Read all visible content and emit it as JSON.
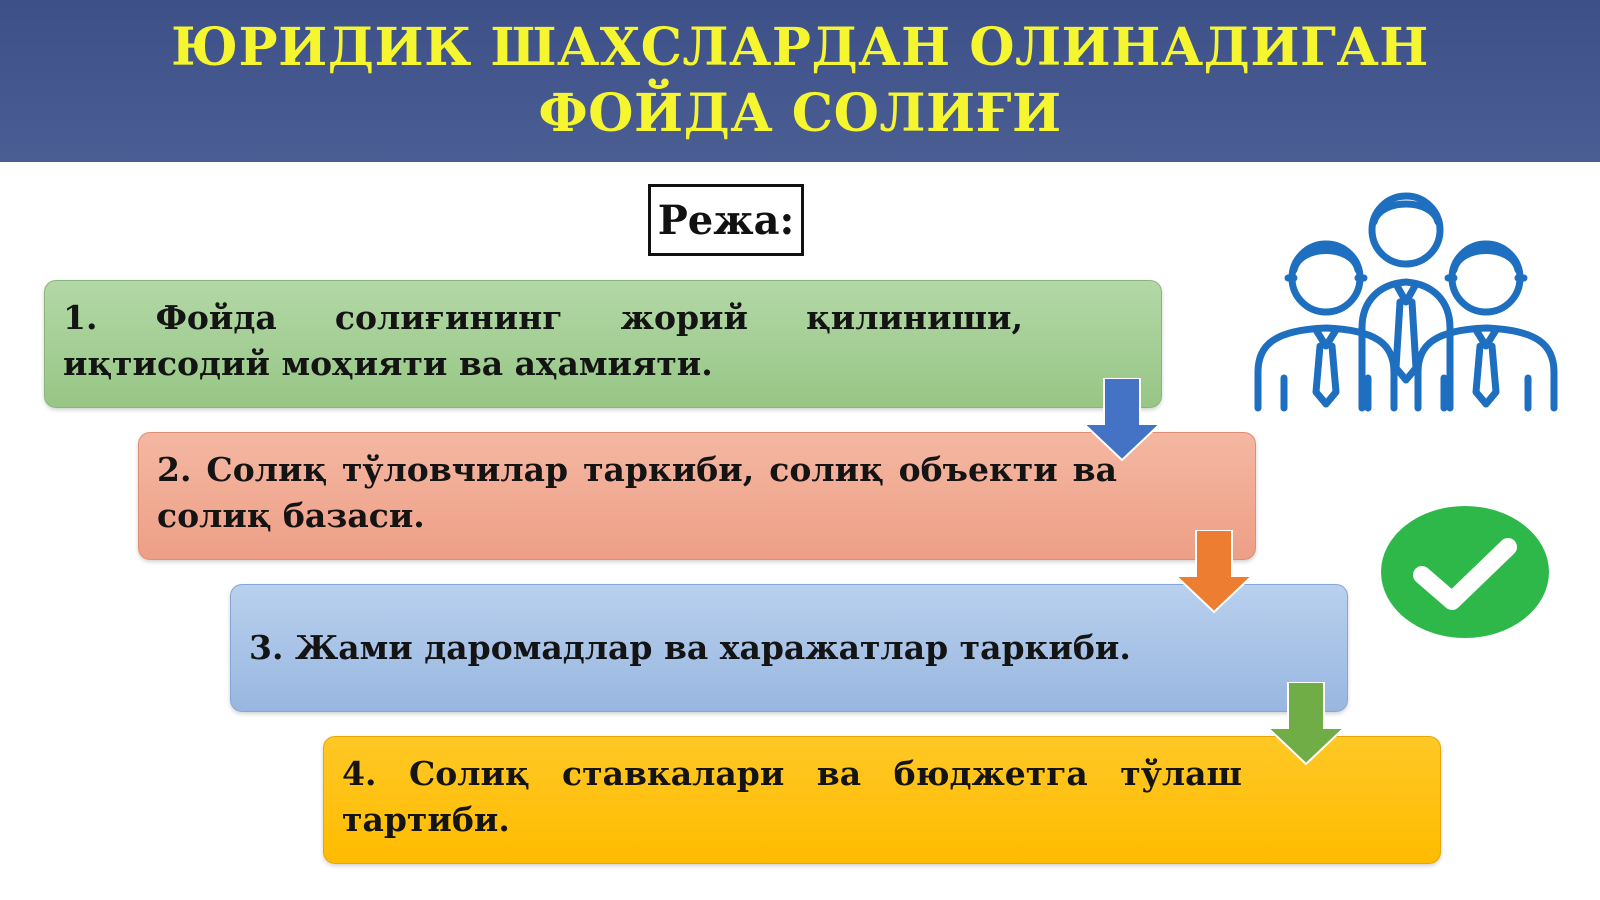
{
  "header": {
    "title": "ЮРИДИК ШАХСЛАРДАН ОЛИНАДИГАН ФОЙДА СОЛИҒИ"
  },
  "plan_label": "Режа:",
  "steps": [
    {
      "text": "1. Фойда солиғининг жорий қилиниши, иқтисодий моҳияти ва аҳамияти."
    },
    {
      "text": "2. Солиқ тўловчилар таркиби, солиқ объекти ва солиқ базаси."
    },
    {
      "text": "3. Жами даромадлар ва харажатлар таркиби."
    },
    {
      "text": "4. Солиқ ставкалари ва бюджетга тўлаш тартиби."
    }
  ],
  "icons": {
    "people": "people-group-icon",
    "check": "checkmark-icon",
    "arrows": [
      "arrow-down-blue-icon",
      "arrow-down-orange-icon",
      "arrow-down-green-icon"
    ]
  },
  "colors": {
    "header_bg": "#44568e",
    "title_text": "#f5f530",
    "step1": "#a6cf97",
    "step2": "#f1ab93",
    "step3": "#a9c4e7",
    "step4": "#ffc000",
    "arrow_blue": "#4472c4",
    "arrow_orange": "#ed7d31",
    "arrow_green": "#70ad47",
    "icon_blue": "#1f6fc0",
    "check_green": "#2fb84a"
  }
}
